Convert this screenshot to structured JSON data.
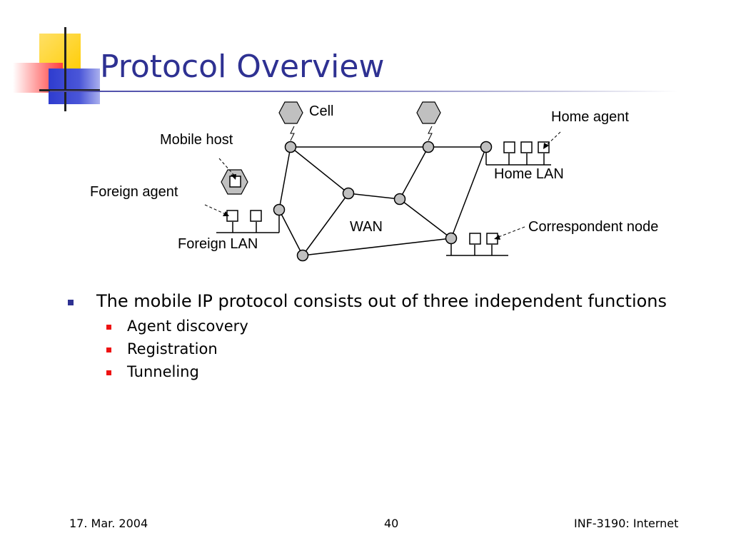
{
  "slide": {
    "title": "Protocol Overview",
    "colors": {
      "title": "#2e3192",
      "bullet_main": "#2e3192",
      "bullet_sub": "#ee1111"
    }
  },
  "diagram": {
    "labels": {
      "cell": "Cell",
      "home_agent": "Home agent",
      "mobile_host": "Mobile host",
      "home_lan": "Home LAN",
      "foreign_agent": "Foreign agent",
      "wan": "WAN",
      "correspondent_node": "Correspondent node",
      "foreign_lan": "Foreign LAN"
    }
  },
  "bullets": {
    "main": "The mobile IP protocol consists out of three independent functions",
    "sub": [
      "Agent discovery",
      "Registration",
      "Tunneling"
    ]
  },
  "footer": {
    "date": "17. Mar. 2004",
    "page": "40",
    "course": "INF-3190: Internet"
  }
}
